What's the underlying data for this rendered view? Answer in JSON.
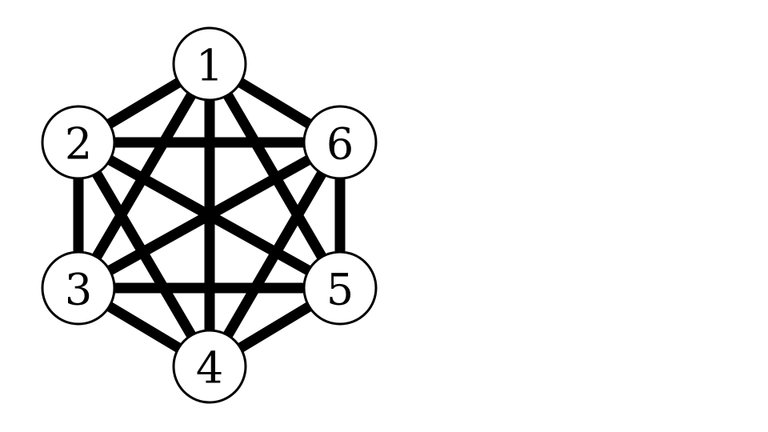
{
  "graph": {
    "nodes": [
      {
        "id": "1",
        "label": "1"
      },
      {
        "id": "2",
        "label": "2"
      },
      {
        "id": "3",
        "label": "3"
      },
      {
        "id": "4",
        "label": "4"
      },
      {
        "id": "5",
        "label": "5"
      },
      {
        "id": "6",
        "label": "6"
      }
    ],
    "edges": [
      [
        "1",
        "2"
      ],
      [
        "1",
        "3"
      ],
      [
        "1",
        "4"
      ],
      [
        "1",
        "5"
      ],
      [
        "1",
        "6"
      ],
      [
        "2",
        "3"
      ],
      [
        "2",
        "4"
      ],
      [
        "2",
        "5"
      ],
      [
        "2",
        "6"
      ],
      [
        "3",
        "4"
      ],
      [
        "3",
        "5"
      ],
      [
        "3",
        "6"
      ],
      [
        "4",
        "5"
      ],
      [
        "4",
        "6"
      ],
      [
        "5",
        "6"
      ]
    ],
    "colors": {
      "edge": "#000000",
      "node_fill": "#ffffff",
      "node_stroke": "#000000"
    }
  }
}
